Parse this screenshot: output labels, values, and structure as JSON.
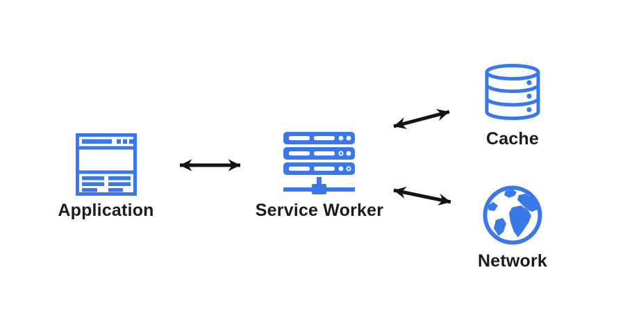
{
  "diagram": {
    "nodes": [
      {
        "id": "application",
        "label": "Application",
        "icon": "browser-window-icon"
      },
      {
        "id": "service-worker",
        "label": "Service Worker",
        "icon": "server-stack-icon"
      },
      {
        "id": "cache",
        "label": "Cache",
        "icon": "database-icon"
      },
      {
        "id": "network",
        "label": "Network",
        "icon": "globe-icon"
      }
    ],
    "edges": [
      {
        "from": "application",
        "to": "service-worker",
        "bidirectional": true
      },
      {
        "from": "service-worker",
        "to": "cache",
        "bidirectional": true
      },
      {
        "from": "service-worker",
        "to": "network",
        "bidirectional": true
      }
    ],
    "colors": {
      "primary_blue": "#3B78E7",
      "arrow_black": "#141414",
      "label_black": "#1C1C1C",
      "background": "#FFFFFF"
    }
  }
}
